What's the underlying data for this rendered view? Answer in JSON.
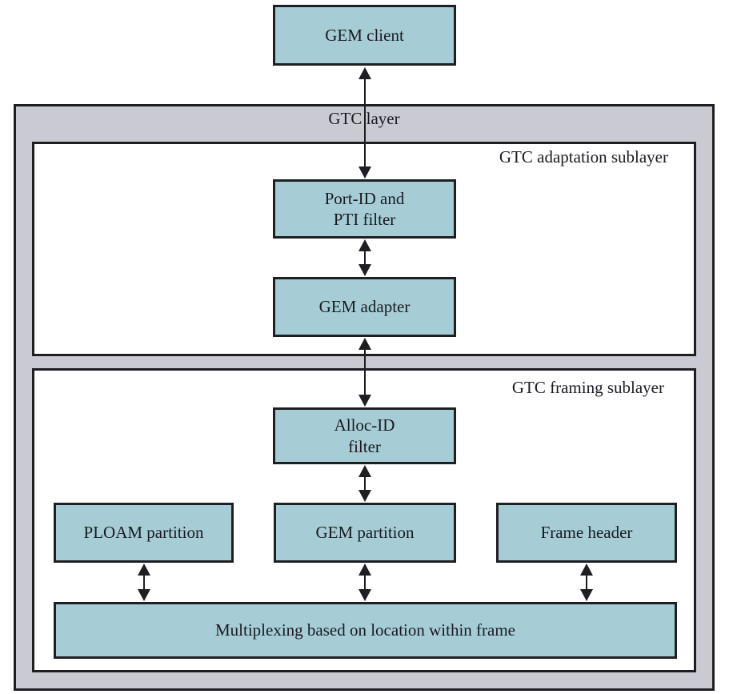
{
  "colors": {
    "node_fill": "#a6cdd5",
    "layer_fill": "#c9cad2",
    "border": "#1f1f23",
    "text": "#1a1a22"
  },
  "layer": {
    "label": "GTC layer"
  },
  "sublayers": {
    "adaptation": "GTC adaptation sublayer",
    "framing": "GTC framing sublayer"
  },
  "nodes": {
    "gem_client": "GEM client",
    "port_id_pti_filter": "Port-ID and\nPTI filter",
    "gem_adapter": "GEM adapter",
    "alloc_id_filter": "Alloc-ID\nfilter",
    "ploam_partition": "PLOAM partition",
    "gem_partition": "GEM partition",
    "frame_header": "Frame header",
    "multiplexing": "Multiplexing based on location within frame"
  },
  "edges": [
    {
      "from": "gem_client",
      "to": "port_id_pti_filter",
      "bidirectional": true
    },
    {
      "from": "port_id_pti_filter",
      "to": "gem_adapter",
      "bidirectional": true
    },
    {
      "from": "gem_adapter",
      "to": "alloc_id_filter",
      "bidirectional": true
    },
    {
      "from": "alloc_id_filter",
      "to": "gem_partition",
      "bidirectional": true
    },
    {
      "from": "ploam_partition",
      "to": "multiplexing",
      "bidirectional": true
    },
    {
      "from": "gem_partition",
      "to": "multiplexing",
      "bidirectional": true
    },
    {
      "from": "frame_header",
      "to": "multiplexing",
      "bidirectional": true
    }
  ]
}
